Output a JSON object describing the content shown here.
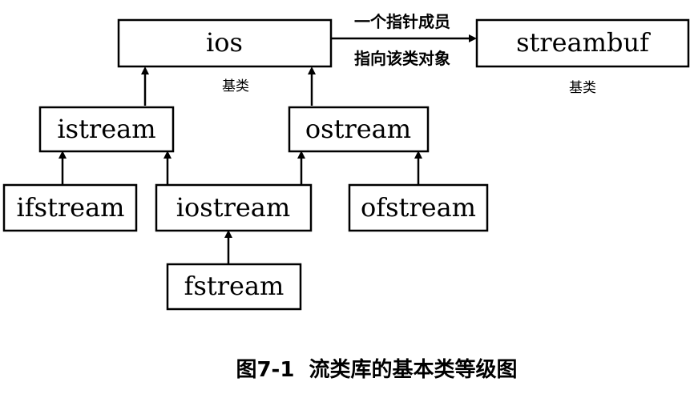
{
  "classes": {
    "ios": "ios",
    "streambuf": "streambuf",
    "istream": "istream",
    "ostream": "ostream",
    "ifstream": "ifstream",
    "iostream": "iostream",
    "ofstream": "ofstream",
    "fstream": "fstream"
  },
  "labels": {
    "ios_base": "基类",
    "streambuf_base": "基类",
    "pointer_member_line1": "一个指针成员",
    "pointer_member_line2": "指向该类对象"
  },
  "caption": "图7-1  流类库的基本类等级图"
}
